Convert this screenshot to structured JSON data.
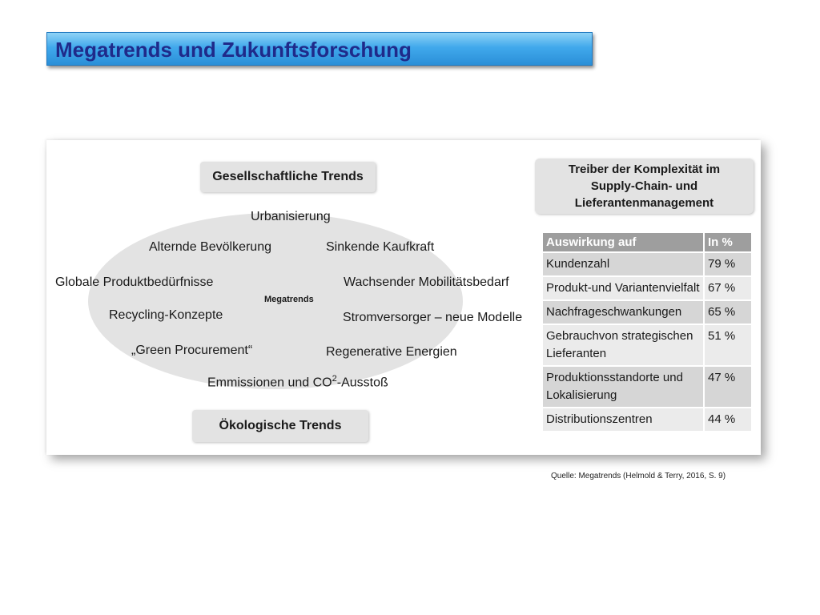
{
  "title": "Megatrends und Zukunftsforschung",
  "diagram": {
    "top_label": "Gesellschaftliche Trends",
    "bottom_label": "Ökologische Trends",
    "center_label": "Megatrends",
    "trends": {
      "urbanisierung": "Urbanisierung",
      "alternde": "Alternde Bevölkerung",
      "sinkende": "Sinkende Kaufkraft",
      "globale": "Globale Produktbedürfnisse",
      "mobilitaet": "Wachsender Mobilitätsbedarf",
      "recycling": "Recycling-Konzepte",
      "strom": "Stromversorger – neue Modelle",
      "green": "„Green Procurement“",
      "regenerativ": "Regenerative Energien",
      "emissionen_prefix": "Emmissionen und CO",
      "emissionen_sup": "2",
      "emissionen_suffix": "-Ausstoß"
    }
  },
  "drivers": {
    "title": "Treiber der Komplexität im\nSupply-Chain- und\nLieferantenmanagement"
  },
  "table": {
    "headers": [
      "Auswirkung auf",
      "In %"
    ],
    "rows": [
      {
        "label": "Kundenzahl",
        "value": "79 %"
      },
      {
        "label": "Produkt-und Variantenvielfalt",
        "value": "67 %"
      },
      {
        "label": "Nachfrageschwankungen",
        "value": "65 %"
      },
      {
        "label": "Gebrauchvon strategischen Lieferanten",
        "value": "51 %"
      },
      {
        "label": "Produktionsstandorte und Lokalisierung",
        "value": "47 %"
      },
      {
        "label": "Distributionszentren",
        "value": "44 %"
      }
    ]
  },
  "source": "Quelle: Megatrends (Helmold & Terry, 2016, S. 9)"
}
